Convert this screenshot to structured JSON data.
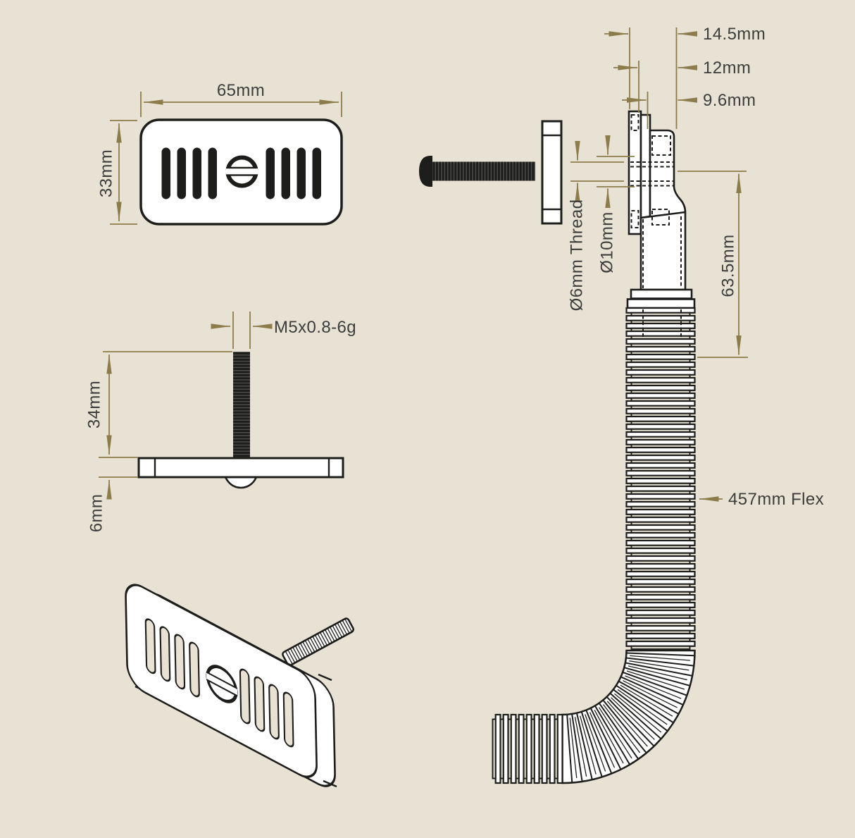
{
  "palette": {
    "bg": "#e7e2d3",
    "line": "#1d1d1b",
    "dim": "#8d7c4b",
    "text": "#3d3d3c"
  },
  "front_view": {
    "width": "65mm",
    "height": "33mm"
  },
  "side_view": {
    "thread": "M5x0.8-6g",
    "stud_length": "34mm",
    "thickness": "6mm"
  },
  "assembly_view": {
    "depth_overall": "14.5mm",
    "depth_mid": "12mm",
    "depth_inner": "9.6mm",
    "bolt_thread": "Ø6mm Thread",
    "spigot_diameter": "Ø10mm",
    "rigid_height": "63.5mm",
    "flex_length": "457mm Flex"
  }
}
